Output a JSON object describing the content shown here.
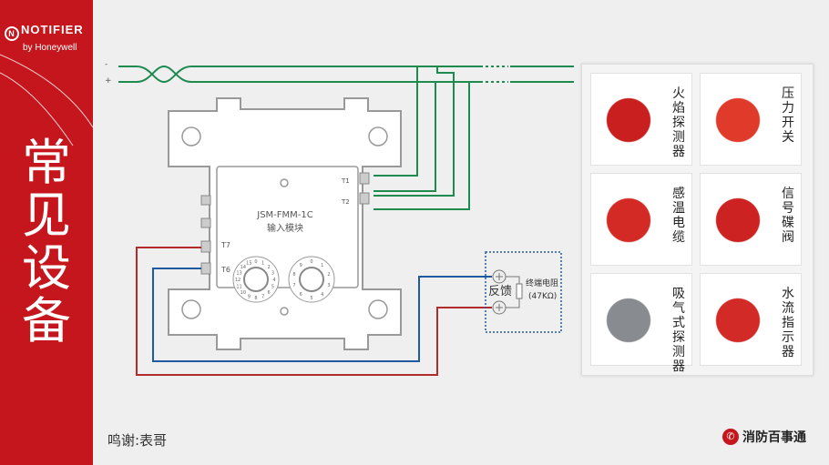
{
  "brand": {
    "name": "NOTIFIER",
    "sub": "by Honeywell",
    "mark": "N"
  },
  "title": "常见设备",
  "wires": {
    "minus": "-",
    "plus": "+"
  },
  "module": {
    "model": "JSM-FMM-1C",
    "name": "输入模块",
    "terminals": [
      "T1",
      "T2",
      "T7",
      "T6"
    ],
    "dial_left": [
      "0",
      "1",
      "2",
      "3",
      "4",
      "5",
      "6",
      "7",
      "8",
      "9",
      "10",
      "11",
      "12",
      "13",
      "14",
      "15"
    ],
    "dial_right": [
      "0",
      "1",
      "2",
      "3",
      "4",
      "5",
      "6",
      "7",
      "8",
      "9"
    ]
  },
  "feedback": {
    "label": "反馈",
    "resistor_label": "终端电阻",
    "resistor_value": "(47KΩ)"
  },
  "devices": [
    {
      "name": "火焰探测器",
      "color": "#c9201f"
    },
    {
      "name": "压力开关",
      "color": "#e03a2a"
    },
    {
      "name": "感温电缆",
      "color": "#d42a25"
    },
    {
      "name": "信号碟阀",
      "color": "#cc2222"
    },
    {
      "name": "吸气式探测器",
      "color": "#888c90"
    },
    {
      "name": "水流指示器",
      "color": "#d12a27"
    }
  ],
  "credit": "鸣谢:表哥",
  "footer_logo": "消防百事通",
  "colors": {
    "accent": "#c4161c",
    "green": "#1d8a4e",
    "blue": "#1f5aa0",
    "red": "#b22a2a"
  }
}
